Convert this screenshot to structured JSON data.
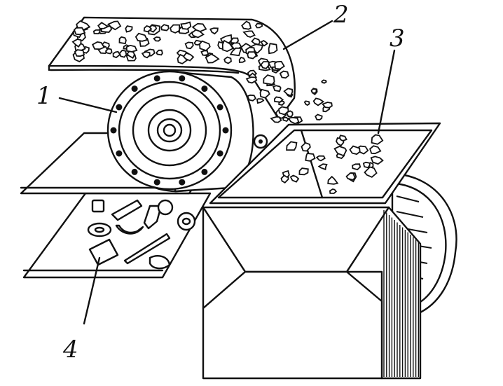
{
  "labels": {
    "pulley": "1",
    "conveyor_belt": "2",
    "chute": "3",
    "iron_objects": "4"
  },
  "colors": {
    "ink": "#111111",
    "paper": "#ffffff"
  }
}
